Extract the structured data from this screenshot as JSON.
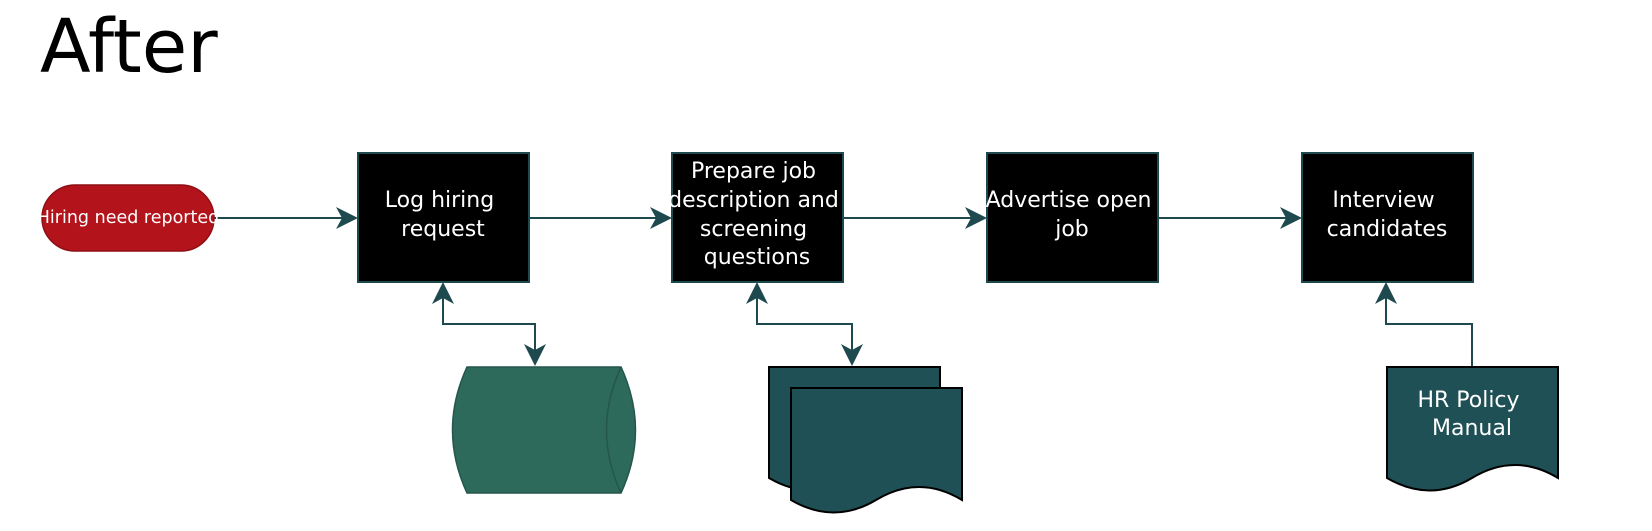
{
  "page": {
    "title": "After"
  },
  "flowchart": {
    "start": {
      "label": "Hiring need reported",
      "shape": "terminator",
      "color": "#b3141b"
    },
    "process_steps": [
      {
        "label_lines": [
          "Log hiring",
          "request"
        ],
        "shape": "process"
      },
      {
        "label_lines": [
          "Prepare job",
          "description and",
          "screening",
          "questions"
        ],
        "shape": "process"
      },
      {
        "label_lines": [
          "Advertise open",
          "job"
        ],
        "shape": "process"
      },
      {
        "label_lines": [
          "Interview",
          "candidates"
        ],
        "shape": "process"
      }
    ],
    "attachments": [
      {
        "label": "",
        "shape": "database",
        "connects_to": "Log hiring request",
        "direction": "two-way"
      },
      {
        "label": "",
        "shape": "multiple-documents",
        "connects_to": "Prepare job description and screening questions",
        "direction": "two-way"
      },
      {
        "label_lines": [
          "HR Policy",
          "Manual"
        ],
        "shape": "document",
        "connects_to": "Interview candidates",
        "direction": "one-way"
      }
    ],
    "colors": {
      "process_fill": "#000000",
      "process_border": "#1e4a4f",
      "connector": "#1e4a4f",
      "database_fill": "#2e6a5c",
      "document_fill": "#1e5055",
      "text": "#ffffff"
    }
  }
}
